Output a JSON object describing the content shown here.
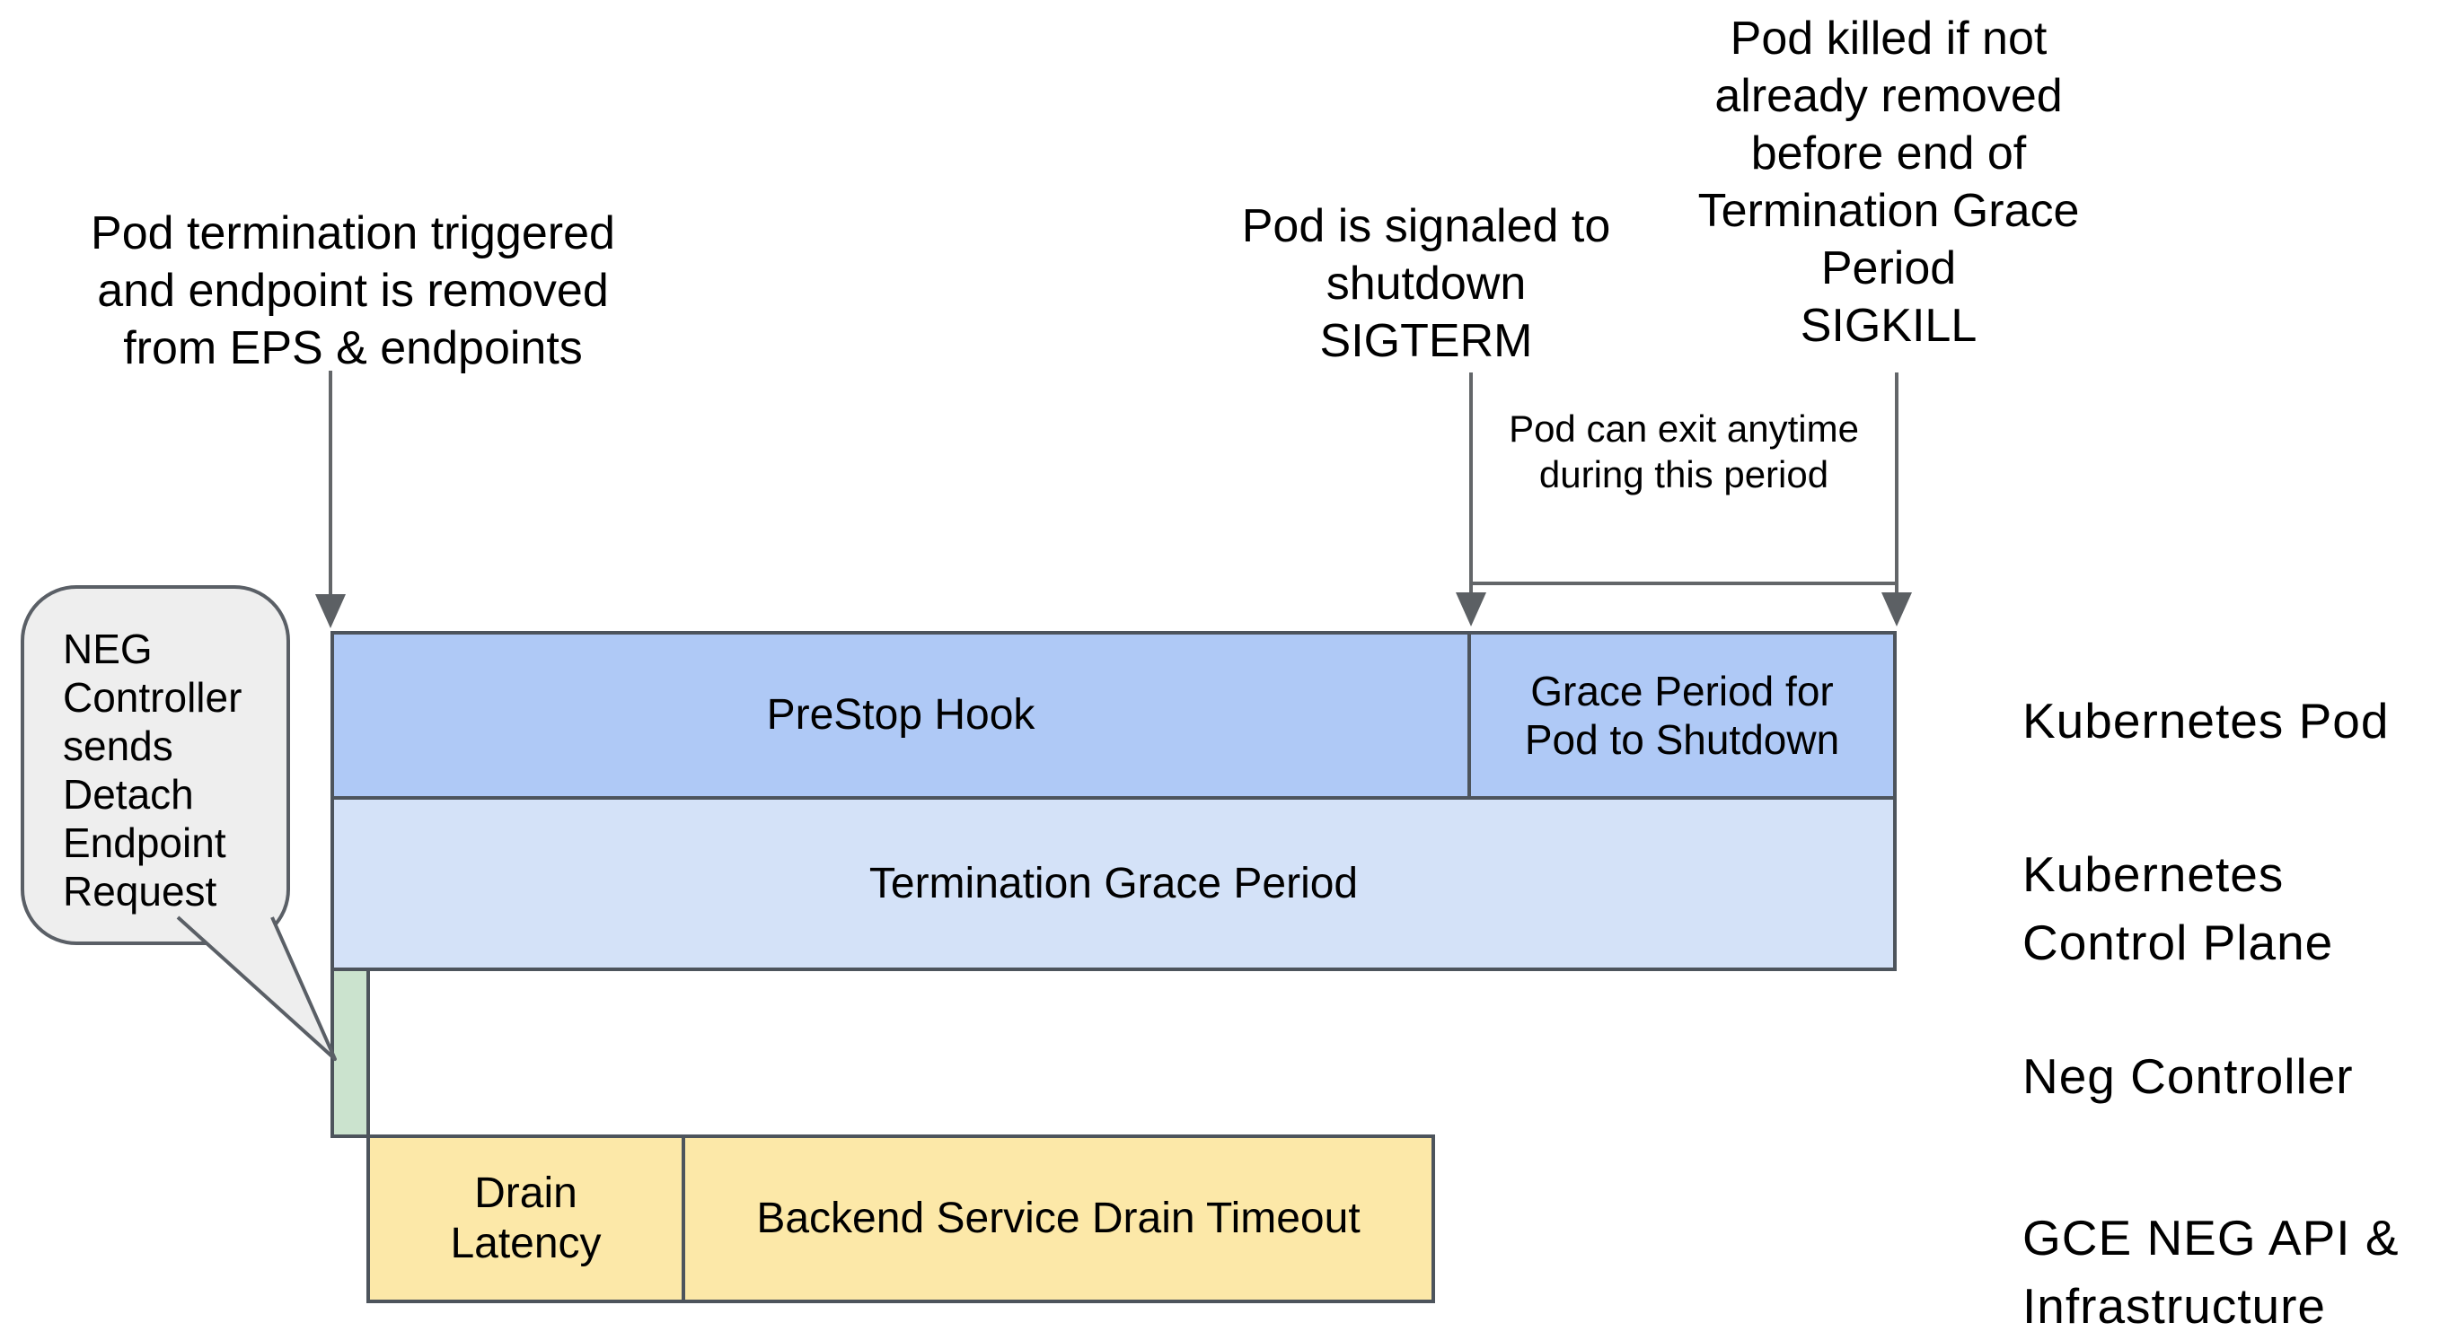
{
  "annotations": {
    "pod_termination": {
      "lines": [
        "Pod termination triggered",
        "and endpoint is removed",
        "from EPS & endpoints"
      ]
    },
    "sigterm": {
      "lines": [
        "Pod is signaled to",
        "shutdown",
        "SIGTERM"
      ]
    },
    "sigkill": {
      "lines": [
        "Pod killed if not",
        "already removed",
        "before end of",
        "Termination Grace",
        "Period",
        "SIGKILL"
      ]
    },
    "exit_note": {
      "lines": [
        "Pod can exit anytime",
        "during this period"
      ]
    }
  },
  "bubble": {
    "lines": [
      "NEG",
      "Controller",
      "sends",
      "Detach",
      "Endpoint",
      "Request"
    ]
  },
  "bars": {
    "prestop": {
      "label": "PreStop Hook"
    },
    "grace": {
      "lines": [
        "Grace Period for",
        "Pod to Shutdown"
      ]
    },
    "tgp": {
      "label": "Termination Grace Period"
    },
    "neg_detach": {
      "label": ""
    },
    "drain_latency": {
      "lines": [
        "Drain",
        "Latency"
      ]
    },
    "drain_timeout": {
      "label": "Backend Service Drain Timeout"
    }
  },
  "row_labels": {
    "pod": {
      "lines": [
        "Kubernetes Pod"
      ]
    },
    "control_plane": {
      "lines": [
        "Kubernetes",
        "Control Plane"
      ]
    },
    "neg_controller": {
      "lines": [
        "Neg Controller"
      ]
    },
    "gce": {
      "lines": [
        "GCE NEG API &",
        "Infrastructure"
      ]
    }
  },
  "colors": {
    "pod_blue": "#afc9f6",
    "control_plane_blue": "#d4e2f8",
    "neg_green": "#cbe3ce",
    "gce_yellow": "#fce8a8",
    "bubble_gray": "#eeeeee",
    "border_gray": "#4d545c",
    "arrow_gray": "#5c6064"
  }
}
